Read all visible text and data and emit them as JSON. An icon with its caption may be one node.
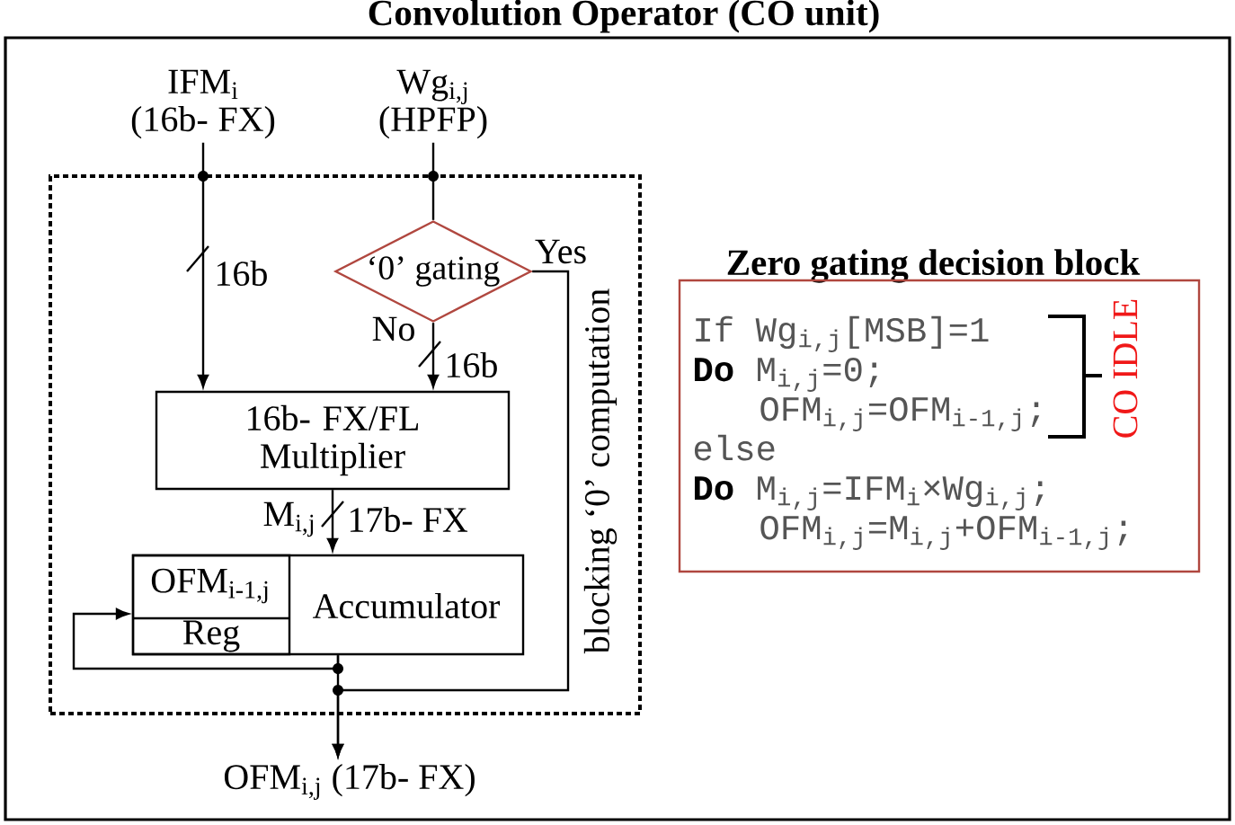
{
  "diagram": {
    "nodes": [
      {
        "text": [
          "Convolution Operator (CO unit)"
        ]
      },
      {
        "text": [
          "IFM$_{i}$ (16b- FX)"
        ],
        "in": 0
      },
      {
        "text": [
          "Wg$_{i,j}$ (HPFP)"
        ],
        "in": 0
      },
      {
        "text": [],
        "shape": "box",
        "in": 0
      },
      {
        "text": [
          "‘0’ gating"
        ],
        "in": 3
      },
      {
        "text": [
          "16b- FX/FL Multiplier"
        ],
        "in": 3
      },
      {
        "text": [
          "Accumulator"
        ],
        "in": 3
      },
      {
        "text": [
          "OFM$_{i-1,j}$",
          "Reg"
        ],
        "in": 6
      },
      {
        "text": [
          "OFM$_{i,j}$ (17b- FX)"
        ],
        "in": 0
      },
      {
        "text": [
          "Zero gating decision block",
          "If Wg$_{i,j}$[MSB]=1",
          "**Do** M$_{i,j}$=0;",
          "OFM$_{i,j}$=OFM$_{i-1,j}$;",
          "else",
          "**Do** M$_{i,j}$=IFM$_{i}$×Wg$_{i,j}$;",
          "OFM$_{i,j}$=M$_{i,j}$+OFM$_{i-1,j}$;"
        ],
        "in": 0
      }
    ],
    "edges": [
      {
        "from": 1,
        "to": 5,
        "arrow": "to",
        "label": "16b"
      },
      {
        "from": 2,
        "to": 4,
        "arrow": "none"
      },
      {
        "from": 4,
        "to": 5,
        "arrow": "to",
        "label": "No"
      },
      {
        "from": 5,
        "to": 6,
        "arrow": "to",
        "label": "M$_{i,j}$"
      },
      {
        "from": 6,
        "to": 8,
        "arrow": "to"
      },
      {
        "from": 6,
        "to": 7,
        "arrow": "to"
      },
      {
        "from": 4,
        "to": 8,
        "arrow": "to",
        "label": "Yes"
      }
    ],
    "labels": [
      "16b",
      "17b- FX",
      "blocking ‘0’ computation",
      "CO IDLE"
    ]
  }
}
